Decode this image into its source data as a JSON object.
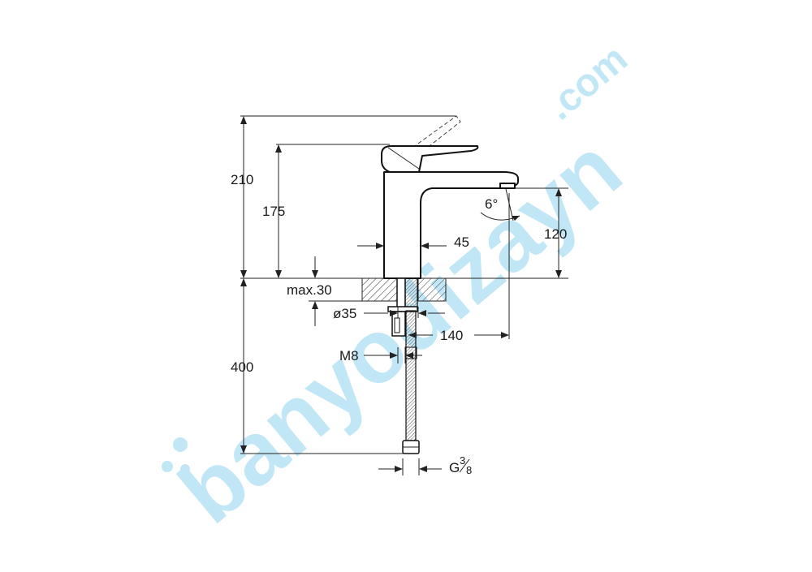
{
  "drawing": {
    "dimensions": {
      "total_height": "210",
      "spout_height": "175",
      "outlet_height": "120",
      "max_deck": "max.30",
      "hole_diameter": "ø35",
      "projection": "140",
      "body_width": "45",
      "spray_angle": "6°",
      "stud": "M8",
      "hose_length": "400",
      "connection_base": "G",
      "connection_num": "3",
      "connection_den": "8"
    },
    "watermark": {
      "main": "banyodizayn",
      "suffix": ".com"
    }
  },
  "colors": {
    "line": "#111111",
    "watermark_blue": "#8fd3ef",
    "watermark_orange": "#f7c98c"
  }
}
